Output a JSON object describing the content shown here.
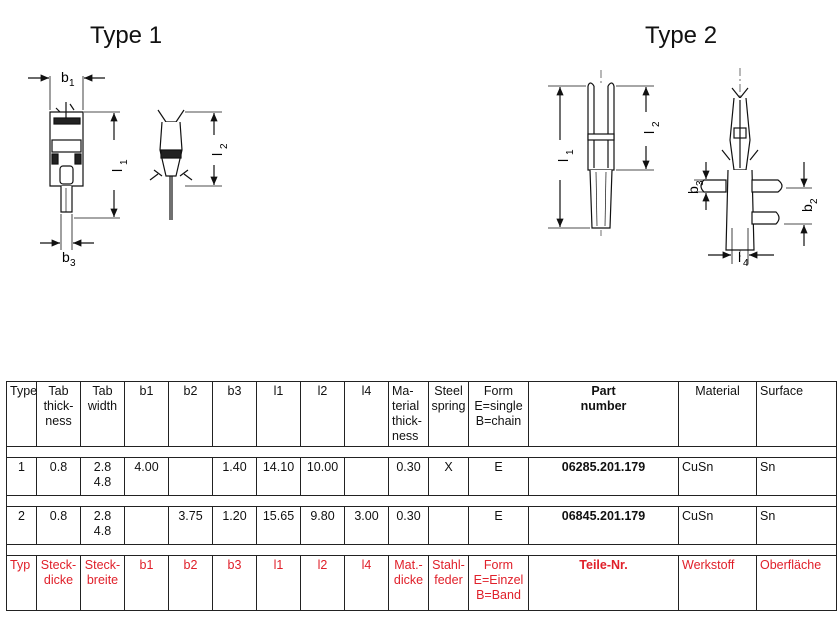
{
  "titles": {
    "type1": "Type 1",
    "type2": "Type 2"
  },
  "drawing_labels": {
    "b1": "b",
    "b1_sub": "1",
    "b3": "b",
    "b3_sub": "3",
    "l1": "l",
    "l1_sub": "1",
    "l2": "l",
    "l2_sub": "2",
    "t2_l1": "l",
    "t2_l1_sub": "1",
    "t2_l2": "l",
    "t2_l2_sub": "2",
    "t2_b3": "b",
    "t2_b3_sub": "3",
    "t2_b2": "b",
    "t2_b2_sub": "2",
    "t2_l4": "l",
    "t2_l4_sub": "4"
  },
  "table": {
    "header": {
      "type": "Type",
      "tab_thickness": [
        "Tab",
        "thick-",
        "ness"
      ],
      "tab_width": [
        "Tab",
        "width"
      ],
      "b1": "b1",
      "b2": "b2",
      "b3": "b3",
      "l1": "l1",
      "l2": "l2",
      "l4": "l4",
      "material_thickness": [
        "Ma-",
        "terial",
        "thick-",
        "ness"
      ],
      "steel_spring": [
        "Steel",
        "spring"
      ],
      "form": [
        "Form",
        "E=single",
        "B=chain"
      ],
      "part_number": [
        "Part",
        "number"
      ],
      "material": "Material",
      "surface": "Surface"
    },
    "rows": [
      {
        "type": "1",
        "tab_thickness": "0.8",
        "tab_width": [
          "2.8",
          "4.8"
        ],
        "b1": "4.00",
        "b2": "",
        "b3": "1.40",
        "l1": "14.10",
        "l2": "10.00",
        "l4": "",
        "material_thickness": "0.30",
        "steel_spring": "X",
        "form": "E",
        "part_number": "06285.201.179",
        "material": "CuSn",
        "surface": "Sn"
      },
      {
        "type": "2",
        "tab_thickness": "0.8",
        "tab_width": [
          "2.8",
          "4.8"
        ],
        "b1": "",
        "b2": "3.75",
        "b3": "1.20",
        "l1": "15.65",
        "l2": "9.80",
        "l4": "3.00",
        "material_thickness": "0.30",
        "steel_spring": "",
        "form": "E",
        "part_number": "06845.201.179",
        "material": "CuSn",
        "surface": "Sn"
      }
    ],
    "german": {
      "type": "Typ",
      "tab_thickness": [
        "Steck-",
        "dicke"
      ],
      "tab_width": [
        "Steck-",
        "breite"
      ],
      "b1": "b1",
      "b2": "b2",
      "b3": "b3",
      "l1": "l1",
      "l2": "l2",
      "l4": "l4",
      "material_thickness": [
        "Mat.-",
        "dicke"
      ],
      "steel_spring": [
        "Stahl-",
        "feder"
      ],
      "form": [
        "Form",
        "E=Einzel",
        "B=Band"
      ],
      "part_number": "Teile-Nr.",
      "material": "Werkstoff",
      "surface": "Oberfläche"
    }
  }
}
